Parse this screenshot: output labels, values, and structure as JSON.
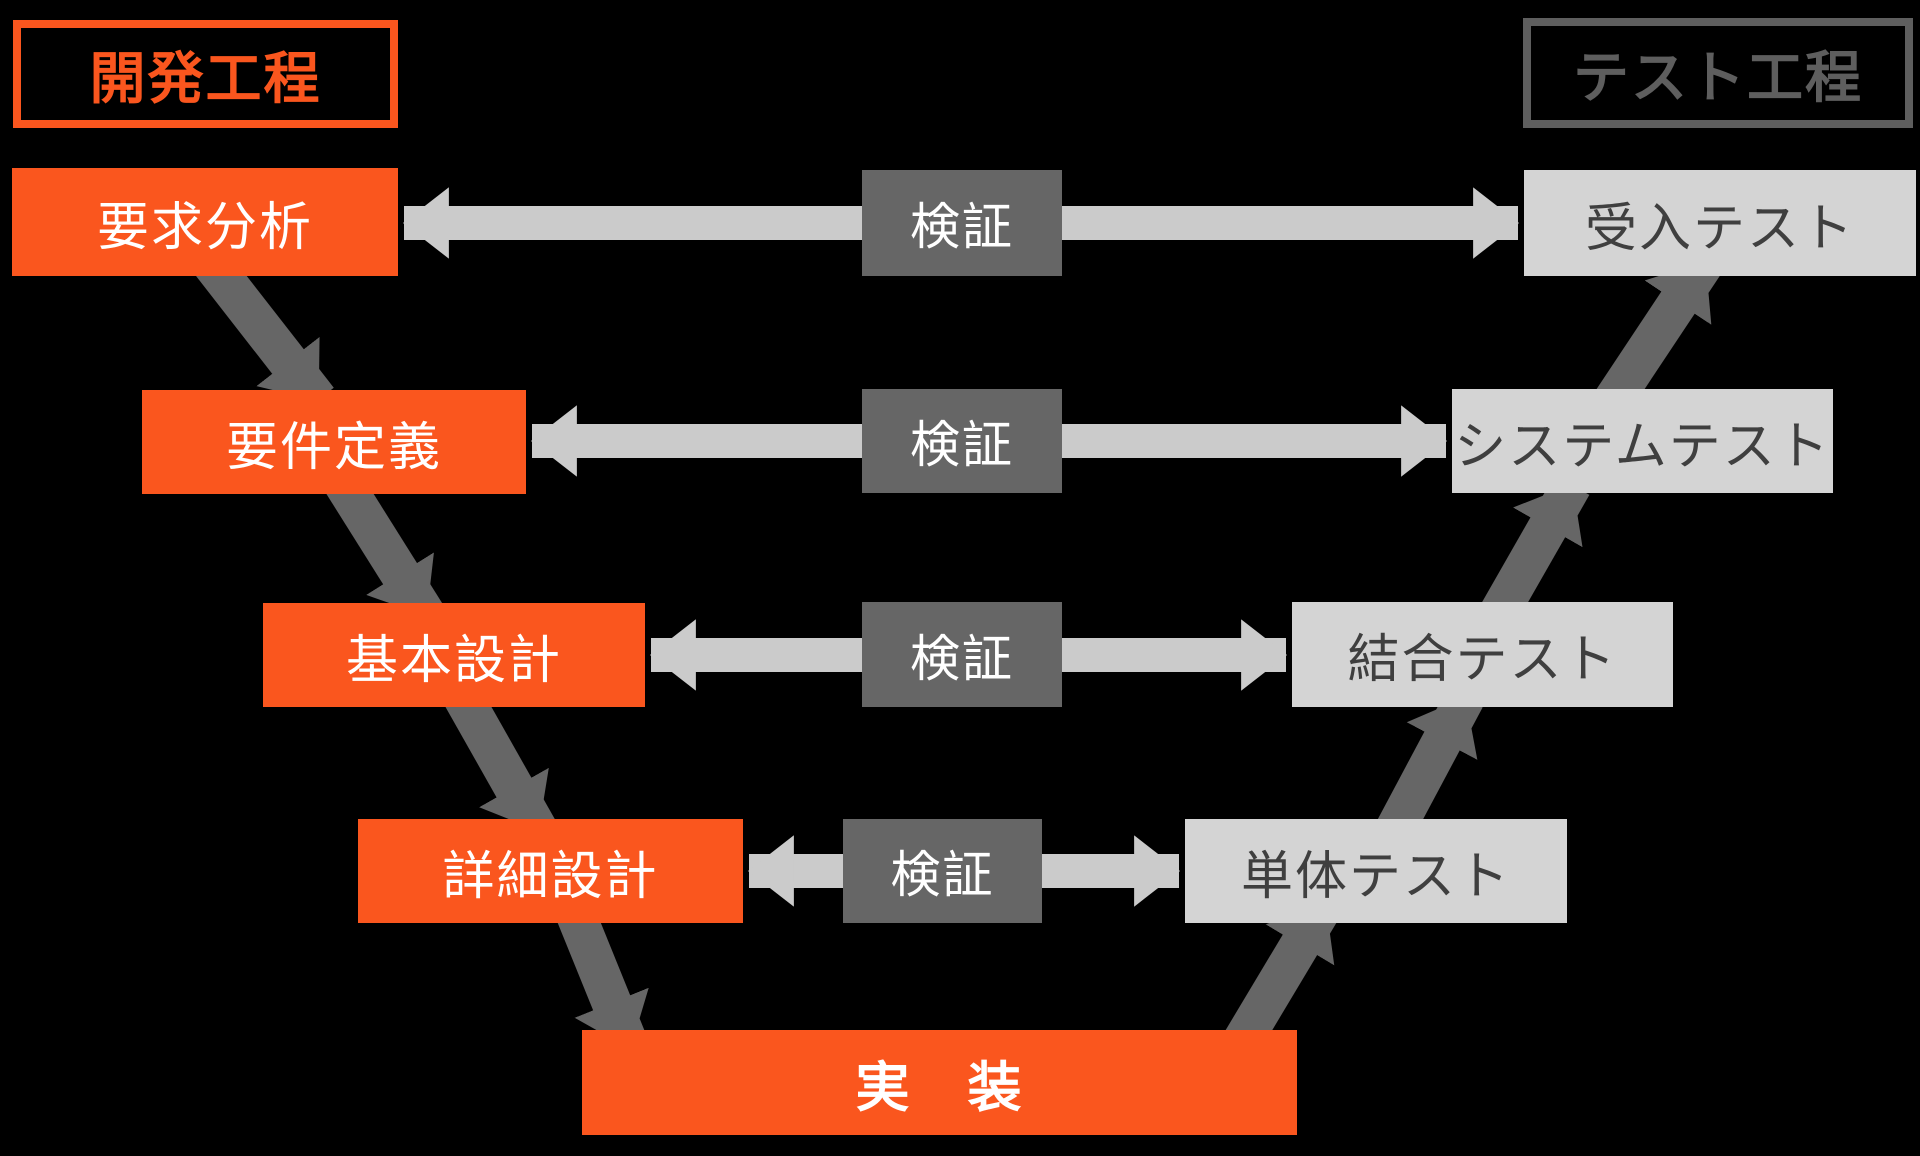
{
  "diagram": {
    "headers": {
      "dev": {
        "label": "開発工程"
      },
      "test": {
        "label": "テスト工程"
      }
    },
    "verify_label": "検証",
    "dev_steps": [
      {
        "label": "要求分析"
      },
      {
        "label": "要件定義"
      },
      {
        "label": "基本設計"
      },
      {
        "label": "詳細設計"
      }
    ],
    "implementation": {
      "label": "実　装"
    },
    "test_steps": [
      {
        "label": "受入テスト"
      },
      {
        "label": "システムテスト"
      },
      {
        "label": "結合テスト"
      },
      {
        "label": "単体テスト"
      }
    ],
    "colors": {
      "background": "#000000",
      "dev_box": "#FA561E",
      "dev_header_border": "#FA561E",
      "test_header_border": "#5E5E5E",
      "test_box_fill": "#D4D4D4",
      "test_box_text": "#3F3F3F",
      "verify_box_fill": "#666666",
      "verify_box_text": "#FFFFFF",
      "horizontal_arrow": "#CBCBCB",
      "flow_arrow": "#666666"
    }
  }
}
